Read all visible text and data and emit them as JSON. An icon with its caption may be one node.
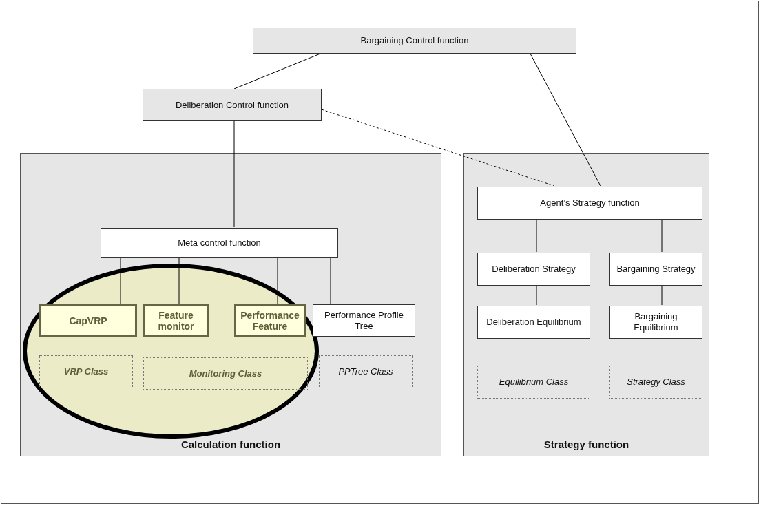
{
  "diagram": {
    "nodes": [
      {
        "text": [
          "Bargaining Control function"
        ]
      },
      {
        "text": [
          "Deliberation Control function"
        ]
      },
      {
        "text": [
          "Calculation function"
        ]
      },
      {
        "text": [
          "Meta control function"
        ],
        "in": 2
      },
      {
        "text": [
          "CapVRP"
        ],
        "in": 2
      },
      {
        "text": [
          "Feature monitor"
        ],
        "in": 2
      },
      {
        "text": [
          "Performance Feature"
        ],
        "in": 2
      },
      {
        "text": [
          "Performance Profile Tree"
        ],
        "in": 2
      },
      {
        "text": [
          "VRP Class"
        ],
        "in": 2
      },
      {
        "text": [
          "Monitoring Class"
        ],
        "in": 2
      },
      {
        "text": [
          "PPTree Class"
        ],
        "in": 2
      },
      {
        "text": [
          "Strategy function"
        ]
      },
      {
        "text": [
          "Agent’s Strategy function"
        ],
        "in": 11
      },
      {
        "text": [
          "Deliberation Strategy"
        ],
        "in": 11
      },
      {
        "text": [
          "Bargaining Strategy"
        ],
        "in": 11
      },
      {
        "text": [
          "Deliberation Equilibrium"
        ],
        "in": 11
      },
      {
        "text": [
          "Bargaining Equilibrium"
        ],
        "in": 11
      },
      {
        "text": [
          "Equilibrium Class"
        ],
        "in": 11
      },
      {
        "text": [
          "Strategy Class"
        ],
        "in": 11
      }
    ],
    "edges": [
      {
        "from": 0,
        "to": 1,
        "arrow": "none"
      },
      {
        "from": 0,
        "to": 12,
        "arrow": "none"
      },
      {
        "from": 1,
        "to": 12,
        "arrow": "none",
        "style": "dashed"
      },
      {
        "from": 1,
        "to": 3,
        "arrow": "none"
      },
      {
        "from": 3,
        "to": 4,
        "arrow": "none"
      },
      {
        "from": 3,
        "to": 5,
        "arrow": "none"
      },
      {
        "from": 3,
        "to": 6,
        "arrow": "none"
      },
      {
        "from": 3,
        "to": 7,
        "arrow": "none"
      },
      {
        "from": 12,
        "to": 13,
        "arrow": "none"
      },
      {
        "from": 12,
        "to": 14,
        "arrow": "none"
      },
      {
        "from": 13,
        "to": 15,
        "arrow": "none"
      },
      {
        "from": 14,
        "to": 16,
        "arrow": "none"
      }
    ]
  }
}
